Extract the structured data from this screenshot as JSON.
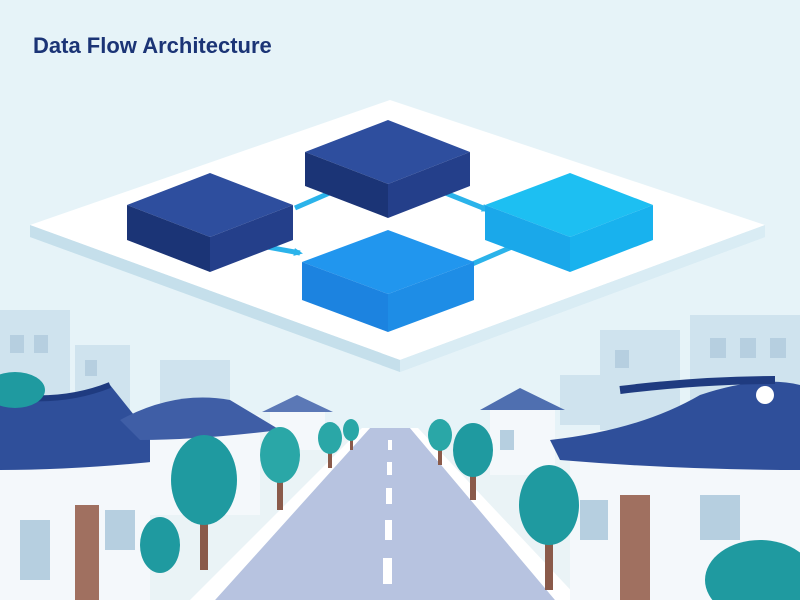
{
  "header": {
    "title": "Data Flow Architecture"
  },
  "colors": {
    "sky": "#e6f3f8",
    "title": "#1b3476",
    "dark_block": "#233f8f",
    "light_block_teal": "#1dbff2",
    "light_block_blue": "#2196ee",
    "arrow": "#2bb3ea",
    "platform": "#ffffff",
    "road": "#b7c3e0",
    "roof": "#2f4f9a",
    "tree": "#1f9aa0"
  },
  "diagram": {
    "nodes": [
      {
        "id": "left",
        "shade": "dark"
      },
      {
        "id": "top",
        "shade": "dark"
      },
      {
        "id": "right",
        "shade": "light"
      },
      {
        "id": "bottom",
        "shade": "light"
      }
    ],
    "edges": [
      {
        "from": "left",
        "to": "top"
      },
      {
        "from": "left",
        "to": "bottom"
      },
      {
        "from": "top",
        "to": "right"
      },
      {
        "from": "bottom",
        "to": "right"
      }
    ]
  }
}
